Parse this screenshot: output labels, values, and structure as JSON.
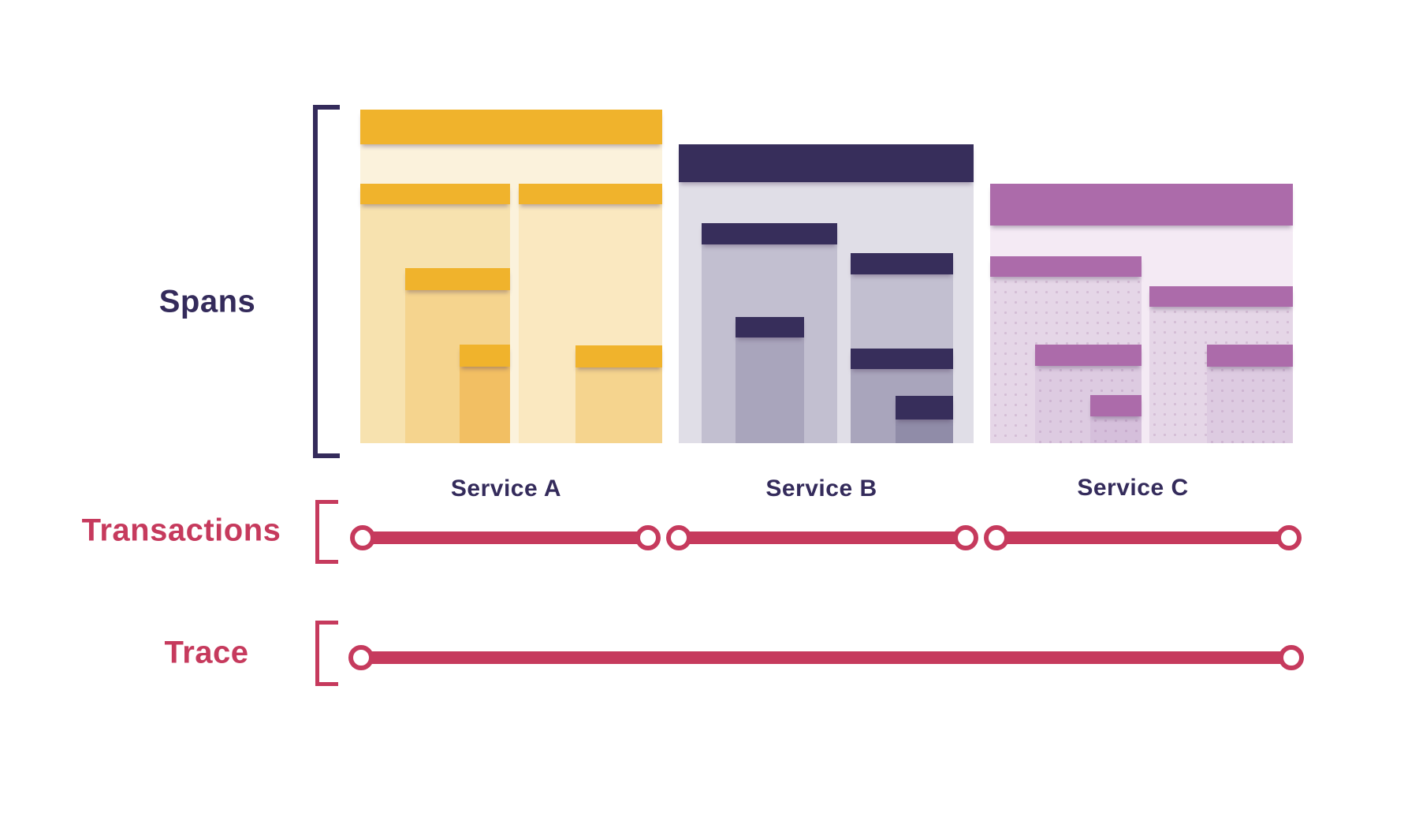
{
  "diagram": {
    "section_labels": {
      "spans": "Spans",
      "transactions": "Transactions",
      "trace": "Trace"
    },
    "services": [
      {
        "name": "Service A"
      },
      {
        "name": "Service B"
      },
      {
        "name": "Service C"
      }
    ],
    "timelines": {
      "transaction_segments": 3,
      "trace_segments": 1
    }
  },
  "colors": {
    "label_navy": "#342B5B",
    "timeline_red": "#C63A5D",
    "service_a_bar": "#F0B32C",
    "service_a_bg": "#FBF2DC",
    "service_a_level1": "#F7E2AF",
    "service_a_level1_alt": "#FAE8C0",
    "service_a_level2": "#F5D48E",
    "service_a_level3": "#F2BF63",
    "service_b_bar": "#372E5B",
    "service_b_bg": "#E0DEE7",
    "service_b_level1": "#C2BFD0",
    "service_b_level2": "#A9A5BC",
    "service_b_level3": "#908CA8",
    "service_c_bar": "#AC6BAA",
    "service_c_bg": "#F4EAF4",
    "service_c_level1": "#E5D6E7",
    "service_c_level2": "#DDCBE1",
    "service_c_level3": "#D5BFDB"
  }
}
